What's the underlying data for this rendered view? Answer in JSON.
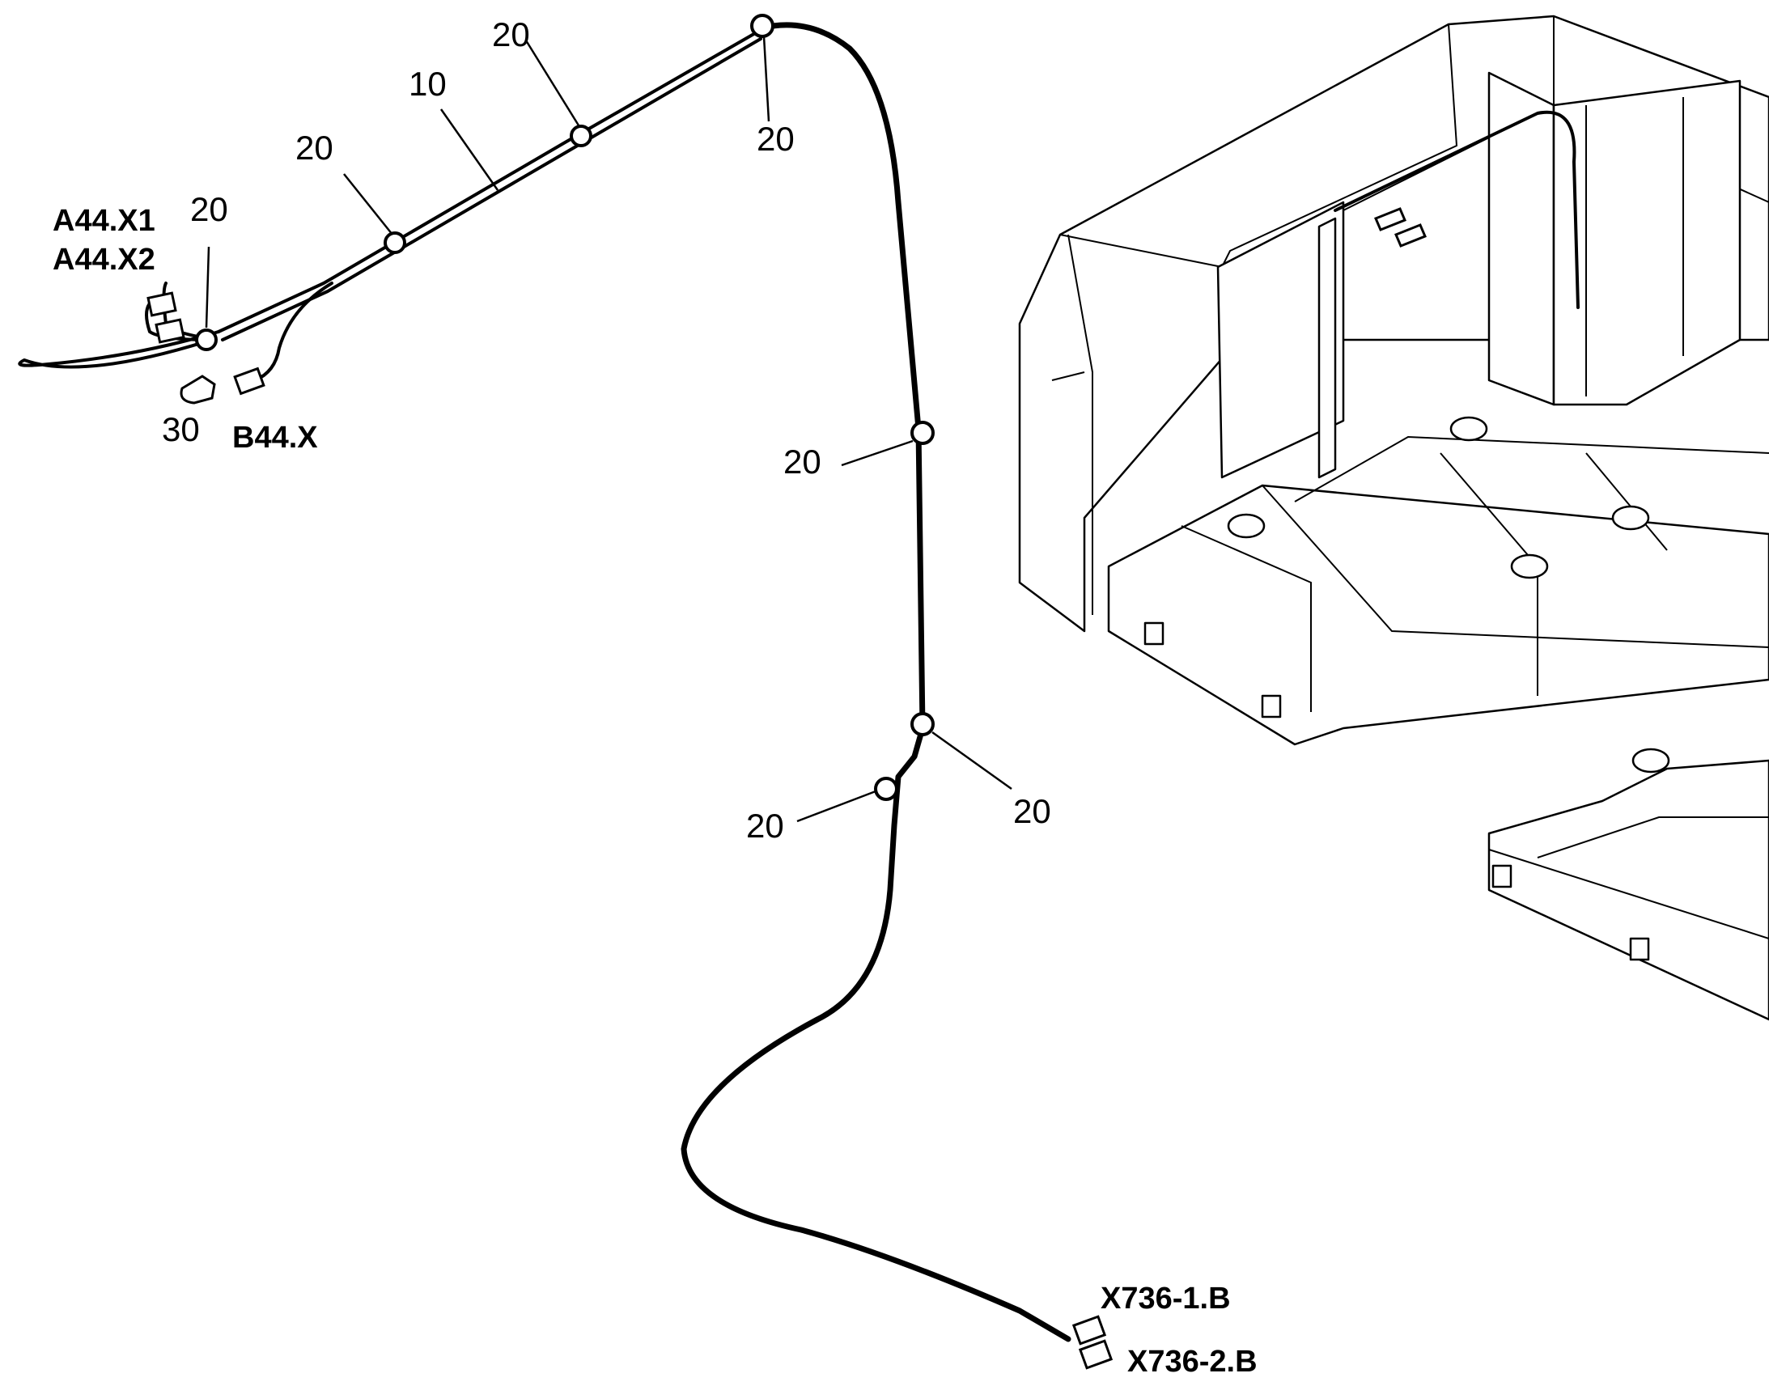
{
  "diagram": {
    "callouts": {
      "harness": "10",
      "clip": "20",
      "ground_strap": "30"
    },
    "connectors": {
      "a44_x1": "A44.X1",
      "a44_x2": "A44.X2",
      "b44_x": "B44.X",
      "x736_1b": "X736-1.B",
      "x736_2b": "X736-2.B"
    }
  }
}
